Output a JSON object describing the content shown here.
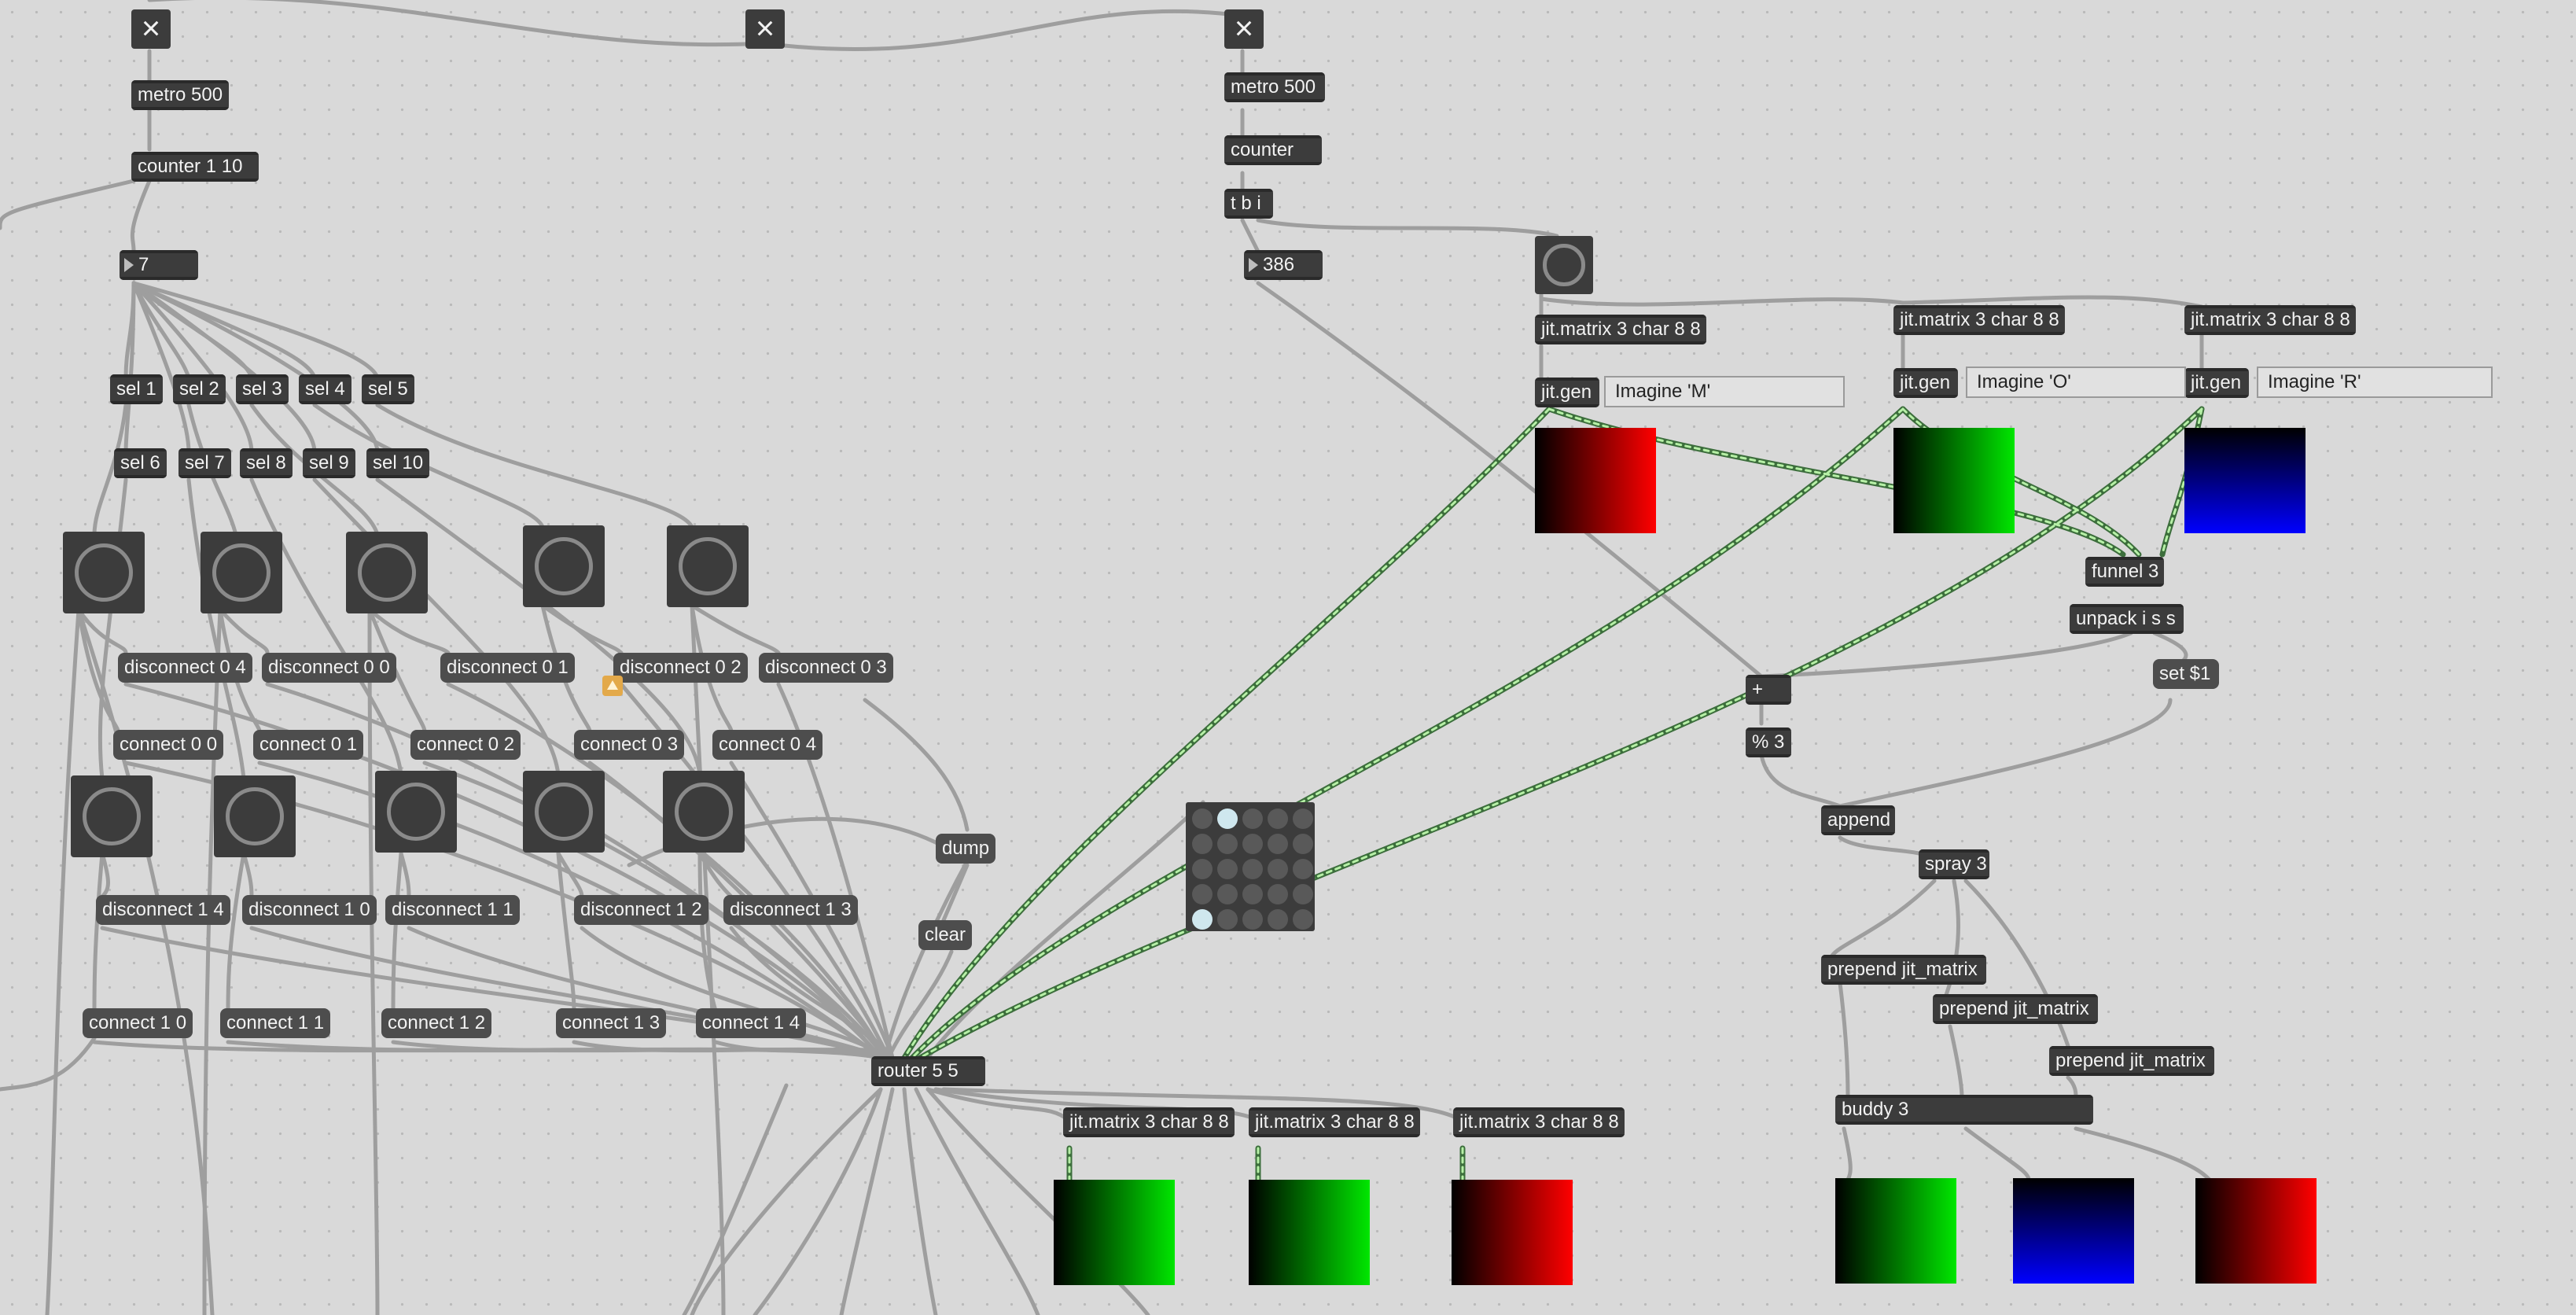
{
  "toggles": [
    {
      "name": "toggle-1",
      "glyph": "×"
    },
    {
      "name": "toggle-2",
      "glyph": "×"
    },
    {
      "name": "toggle-3",
      "glyph": "×"
    }
  ],
  "objects": {
    "metro_left": "metro 500",
    "counter_left": "counter 1 10",
    "metro_right": "metro 500",
    "counter_right": "counter",
    "tbi": "t b i",
    "jitmatrix_m": "jit.matrix 3 char 8 8",
    "jitmatrix_o": "jit.matrix 3 char 8 8",
    "jitmatrix_r": "jit.matrix 3 char 8 8",
    "jitgen_m": "jit.gen",
    "jitgen_o": "jit.gen",
    "jitgen_r": "jit.gen",
    "funnel": "funnel 3",
    "unpack": "unpack i s s",
    "plus": "+",
    "mod": "% 3",
    "append": "append",
    "spray": "spray 3",
    "prepend1": "prepend jit_matrix",
    "prepend2": "prepend jit_matrix",
    "prepend3": "prepend jit_matrix",
    "buddy": "buddy 3",
    "router": "router 5 5",
    "jitmatrix_b1": "jit.matrix 3 char 8 8",
    "jitmatrix_b2": "jit.matrix 3 char 8 8",
    "jitmatrix_b3": "jit.matrix 3 char 8 8"
  },
  "numbers": {
    "left": "7",
    "right": "386"
  },
  "sel_row1": [
    "sel 1",
    "sel 2",
    "sel 3",
    "sel 4",
    "sel 5"
  ],
  "sel_row2": [
    "sel 6",
    "sel 7",
    "sel 8",
    "sel 9",
    "sel 10"
  ],
  "messages": {
    "disconnect0": [
      "disconnect 0 4",
      "disconnect 0 0",
      "disconnect 0 1",
      "disconnect 0 2",
      "disconnect 0 3"
    ],
    "connect0": [
      "connect 0 0",
      "connect 0 1",
      "connect 0 2",
      "connect 0 3",
      "connect 0 4"
    ],
    "disconnect1": [
      "disconnect 1 4",
      "disconnect 1 0",
      "disconnect 1 1",
      "disconnect 1 2",
      "disconnect 1 3"
    ],
    "connect1": [
      "connect 1 0",
      "connect 1 1",
      "connect 1 2",
      "connect 1 3",
      "connect 1 4"
    ],
    "dump": "dump",
    "clear": "clear",
    "set": "set $1"
  },
  "comments": {
    "m": "Imagine 'M'",
    "o": "Imagine 'O'",
    "r": "Imagine 'R'"
  },
  "matrixctrl": {
    "rows": 5,
    "cols": 5,
    "on": [
      [
        0,
        1
      ],
      [
        4,
        0
      ]
    ]
  },
  "colors": {
    "background": "#d9d9d9",
    "object": "#3c3c3c",
    "patchcord": "#9e9e9e",
    "jitter_cord": "#3c6e3c",
    "jitter_cord_dash": "#b6f0a6",
    "red": "#ff0000",
    "green": "#00e600",
    "blue": "#0000ff"
  }
}
